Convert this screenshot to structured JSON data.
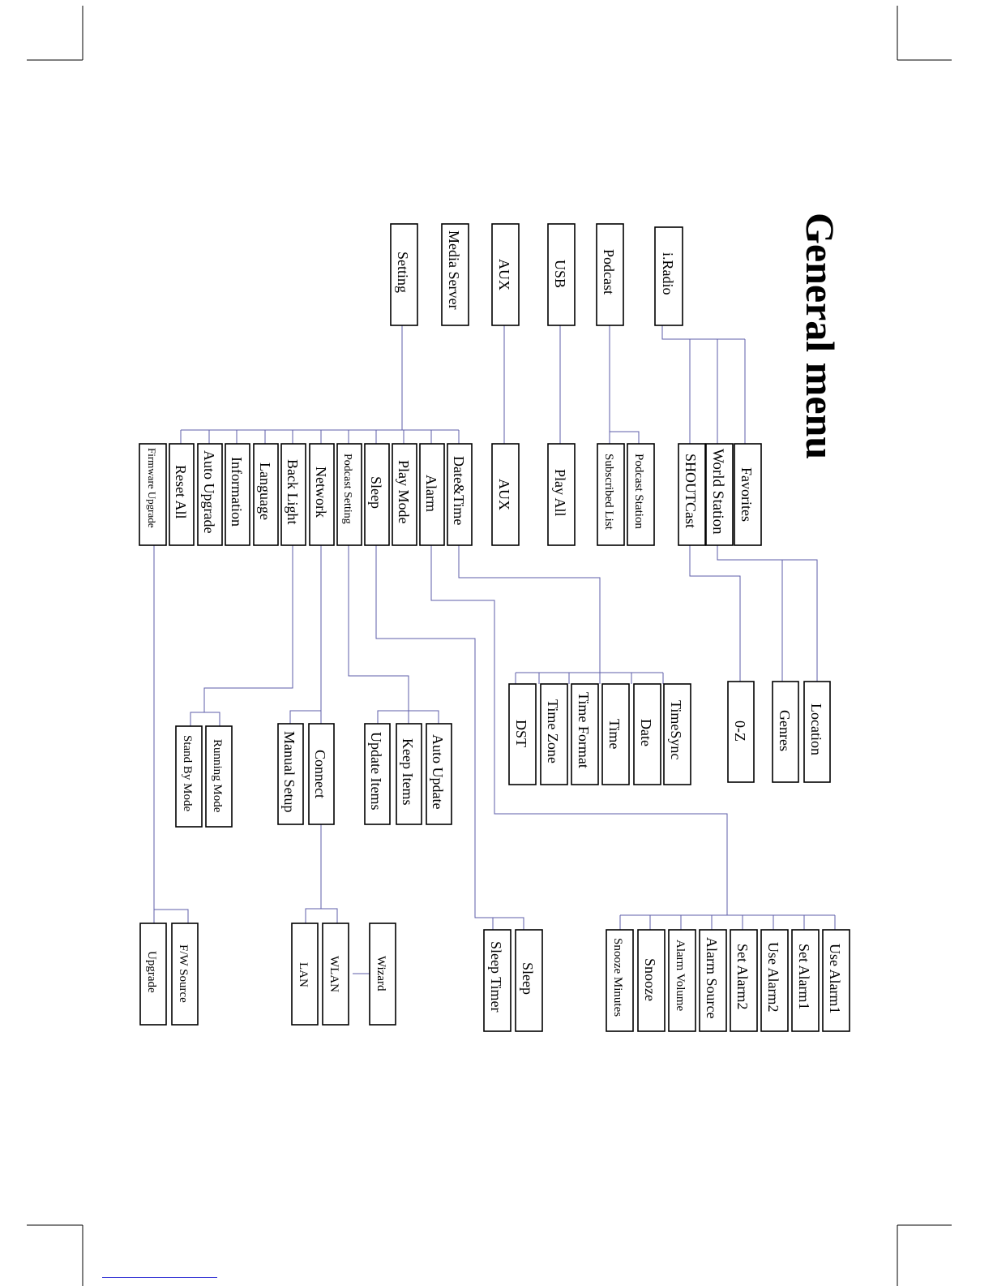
{
  "title": "General menu",
  "colors": {
    "connector": "#5d5da8",
    "box_stroke": "#000000",
    "text": "#000000",
    "background": "#ffffff"
  },
  "nodes": {
    "iradio": "i.Radio",
    "podcast": "Podcast",
    "usb": "USB",
    "aux": "AUX",
    "media_server": "Media Server",
    "setting": "Setting",
    "favorites": "Favorites",
    "world_station": "World Station",
    "shoutcast": "SHOUTCast",
    "podcast_station": "Podcast Station",
    "subscribed_list": "Subscribed List",
    "play_all": "Play All",
    "aux_sub": "AUX",
    "date_time": "Date&Time",
    "alarm": "Alarm",
    "play_mode": "Play Mode",
    "sleep": "Sleep",
    "podcast_setting": "Podcast Setting",
    "network": "Network",
    "back_light": "Back Light",
    "language": "Language",
    "information": "Information",
    "auto_upgrade": "Auto Upgrade",
    "reset_all": "Reset All",
    "firmware_upgrade": "Firmware Upgrade",
    "location": "Location",
    "genres": "Genres",
    "zero_z": "0-Z",
    "timesync": "TimeSync",
    "date": "Date",
    "time": "Time",
    "time_format": "Time Format",
    "time_zone": "Time Zone",
    "dst": "DST",
    "auto_update": "Auto Update",
    "keep_items": "Keep Items",
    "update_items": "Update Items",
    "connect": "Connect",
    "manual_setup": "Manual Setup",
    "running_mode": "Running Mode",
    "stand_by_mode": "Stand By Mode",
    "use_alarm1": "Use Alarm1",
    "set_alarm1": "Set Alarm1",
    "use_alarm2": "Use Alarm2",
    "set_alarm2": "Set Alarm2",
    "alarm_source": "Alarm Source",
    "alarm_volume": "Alarm Volume",
    "snooze": "Snooze",
    "snooze_minutes": "Snooze Minutes",
    "sleep_sub": "Sleep",
    "sleep_timer": "Sleep Timer",
    "wizard": "Wizard",
    "wlan": "WLAN",
    "lan": "LAN",
    "fw_source": "F/W Source",
    "upgrade": "Upgrade"
  }
}
